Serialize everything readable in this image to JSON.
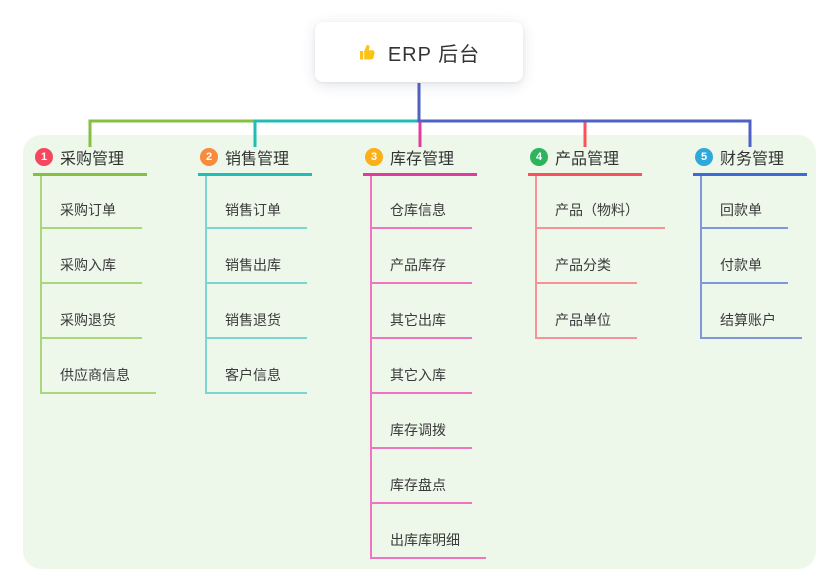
{
  "root": {
    "label": "ERP 后台",
    "icon": "thumbs-up",
    "icon_color": "#fcc21c"
  },
  "panel_bg": "#edf8ea",
  "root_connector_color": "#5061c4",
  "branches": [
    {
      "number": "1",
      "label": "采购管理",
      "badge_color": "#f5485f",
      "line_color": "#85c043",
      "child_line_color": "#a8d77d",
      "top_connector_color": "#85c043",
      "children": [
        "采购订单",
        "采购入库",
        "采购退货",
        "供应商信息"
      ]
    },
    {
      "number": "2",
      "label": "销售管理",
      "badge_color": "#f98b3d",
      "line_color": "#1fbdb5",
      "child_line_color": "#7ad6cf",
      "top_connector_color": "#1fbdb5",
      "children": [
        "销售订单",
        "销售出库",
        "销售退货",
        "客户信息"
      ]
    },
    {
      "number": "3",
      "label": "库存管理",
      "badge_color": "#fbaf18",
      "line_color": "#e03b9e",
      "child_line_color": "#f075c0",
      "top_connector_color": "#e03b9e",
      "children": [
        "仓库信息",
        "产品库存",
        "其它出库",
        "其它入库",
        "库存调拨",
        "库存盘点",
        "出库库明细"
      ]
    },
    {
      "number": "4",
      "label": "产品管理",
      "badge_color": "#2fb45d",
      "line_color": "#f8535b",
      "child_line_color": "#fa9196",
      "top_connector_color": "#f8535b",
      "children": [
        "产品（物料）",
        "产品分类",
        "产品单位"
      ]
    },
    {
      "number": "5",
      "label": "财务管理",
      "badge_color": "#2fa9dc",
      "line_color": "#3e6ad8",
      "child_line_color": "#7f97dd",
      "top_connector_color": "#5061c4",
      "children": [
        "回款单",
        "付款单",
        "结算账户"
      ]
    }
  ]
}
